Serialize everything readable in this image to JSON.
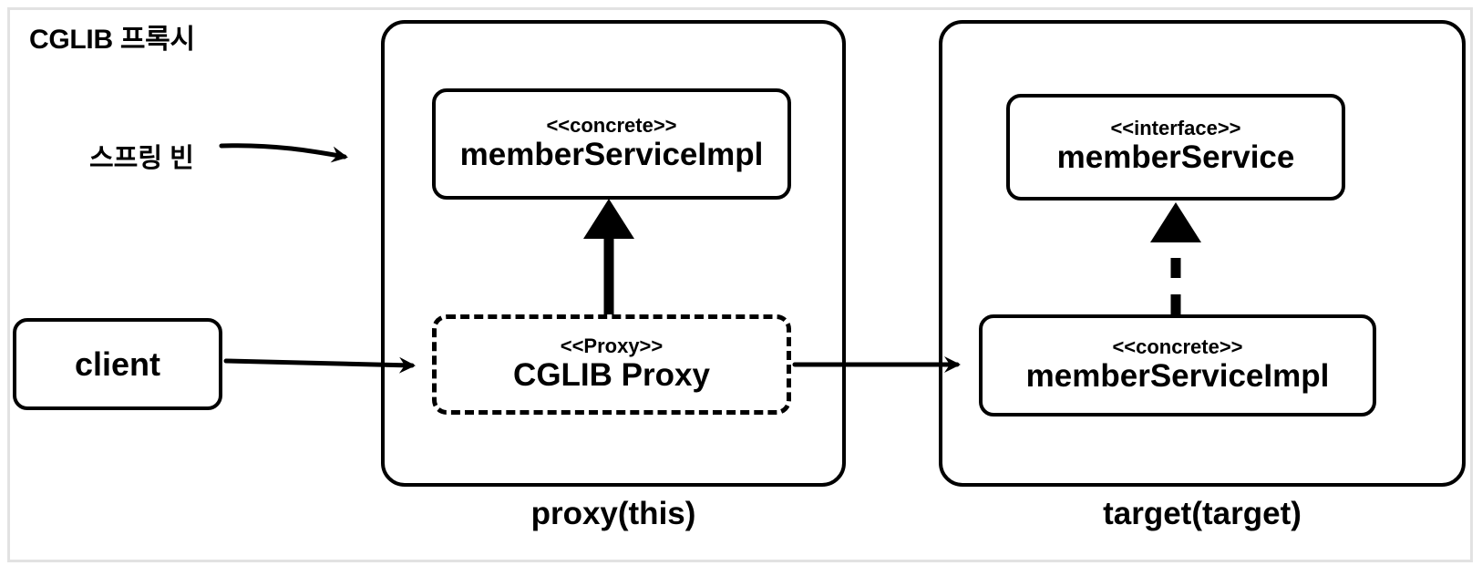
{
  "diagram": {
    "title": "CGLIB 프록시",
    "annotations": [
      {
        "id": "spring-bean",
        "text": "스프링 빈"
      }
    ],
    "groups": [
      {
        "id": "proxy",
        "caption": "proxy(this)"
      },
      {
        "id": "target",
        "caption": "target(target)"
      }
    ],
    "nodes": [
      {
        "id": "client",
        "stereotype": "",
        "name": "client",
        "border": "solid"
      },
      {
        "id": "proxy-concrete",
        "stereotype": "<<concrete>>",
        "name": "memberServiceImpl",
        "border": "solid"
      },
      {
        "id": "cglib-proxy",
        "stereotype": "<<Proxy>>",
        "name": "CGLIB Proxy",
        "border": "dashed"
      },
      {
        "id": "target-interface",
        "stereotype": "<<interface>>",
        "name": "memberService",
        "border": "solid"
      },
      {
        "id": "target-concrete",
        "stereotype": "<<concrete>>",
        "name": "memberServiceImpl",
        "border": "solid"
      }
    ],
    "edges": [
      {
        "id": "spring-bean-to-proxy-group",
        "from": "spring-bean",
        "to": "proxy-group",
        "style": "hand-drawn-solid",
        "arrow": "open"
      },
      {
        "id": "client-to-cglib-proxy",
        "from": "client",
        "to": "cglib-proxy",
        "style": "hand-drawn-solid",
        "arrow": "open"
      },
      {
        "id": "cglib-proxy-to-proxy-concrete",
        "from": "cglib-proxy",
        "to": "proxy-concrete",
        "style": "solid",
        "arrow": "closed-triangle",
        "meaning": "extends"
      },
      {
        "id": "cglib-proxy-to-target-concrete",
        "from": "cglib-proxy",
        "to": "target-concrete",
        "style": "hand-drawn-solid",
        "arrow": "open"
      },
      {
        "id": "target-concrete-to-target-interface",
        "from": "target-concrete",
        "to": "target-interface",
        "style": "dashed",
        "arrow": "closed-triangle",
        "meaning": "implements"
      }
    ],
    "colors": {
      "stroke": "#000000",
      "background": "#ffffff",
      "frame_border": "#e2e2e2"
    }
  }
}
